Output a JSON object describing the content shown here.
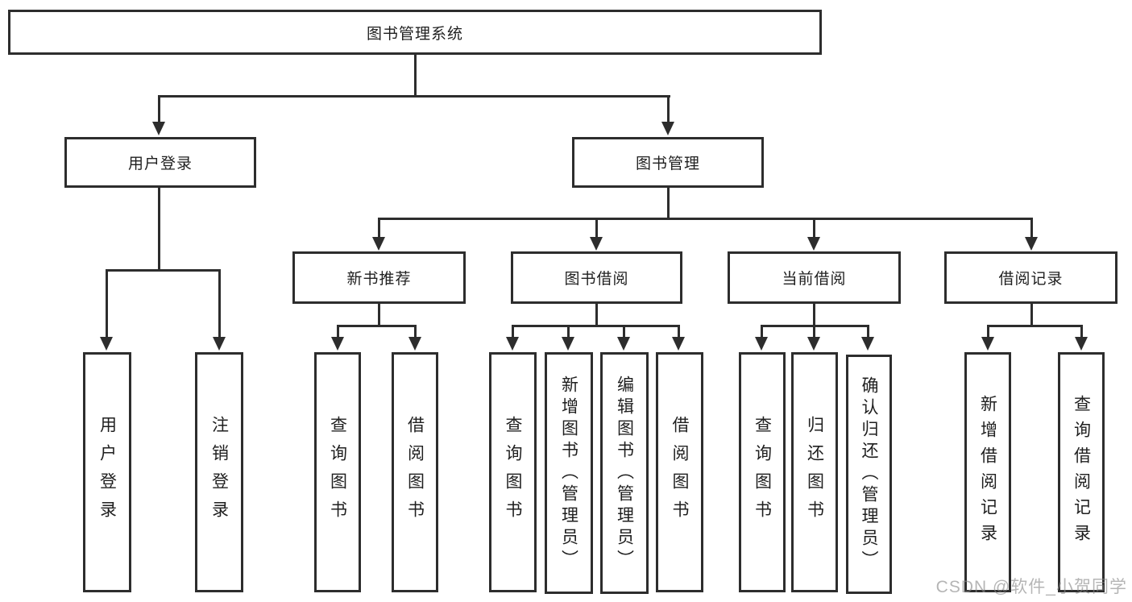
{
  "diagram": {
    "title": "图书管理系统",
    "root": {
      "label": "图书管理系统"
    },
    "level2": {
      "user_login": {
        "label": "用户登录"
      },
      "book_management": {
        "label": "图书管理"
      }
    },
    "level3": {
      "new_book_recommend": {
        "label": "新书推荐"
      },
      "book_borrow": {
        "label": "图书借阅"
      },
      "current_borrow": {
        "label": "当前借阅"
      },
      "borrow_records": {
        "label": "借阅记录"
      }
    },
    "leaves": {
      "user_login": {
        "label": "用户登录"
      },
      "logout": {
        "label": "注销登录"
      },
      "query_book_1": {
        "label": "查询图书"
      },
      "borrow_book_1": {
        "label": "借阅图书"
      },
      "query_book_2": {
        "label": "查询图书"
      },
      "add_book_admin": {
        "label": "新增图书（管理员）"
      },
      "edit_book_admin": {
        "label": "编辑图书（管理员）"
      },
      "borrow_book_2": {
        "label": "借阅图书"
      },
      "query_book_3": {
        "label": "查询图书"
      },
      "return_book": {
        "label": "归还图书"
      },
      "confirm_return_admin": {
        "label": "确认归还（管理员）"
      },
      "add_borrow_record": {
        "label": "新增借阅记录"
      },
      "query_borrow_record": {
        "label": "查询借阅记录"
      }
    }
  },
  "watermark": {
    "text": "CSDN @软件_小贺同学"
  },
  "colors": {
    "line": "#2d2d2d",
    "text": "#1f1f1f",
    "background": "#ffffff",
    "watermark": "#878787"
  }
}
